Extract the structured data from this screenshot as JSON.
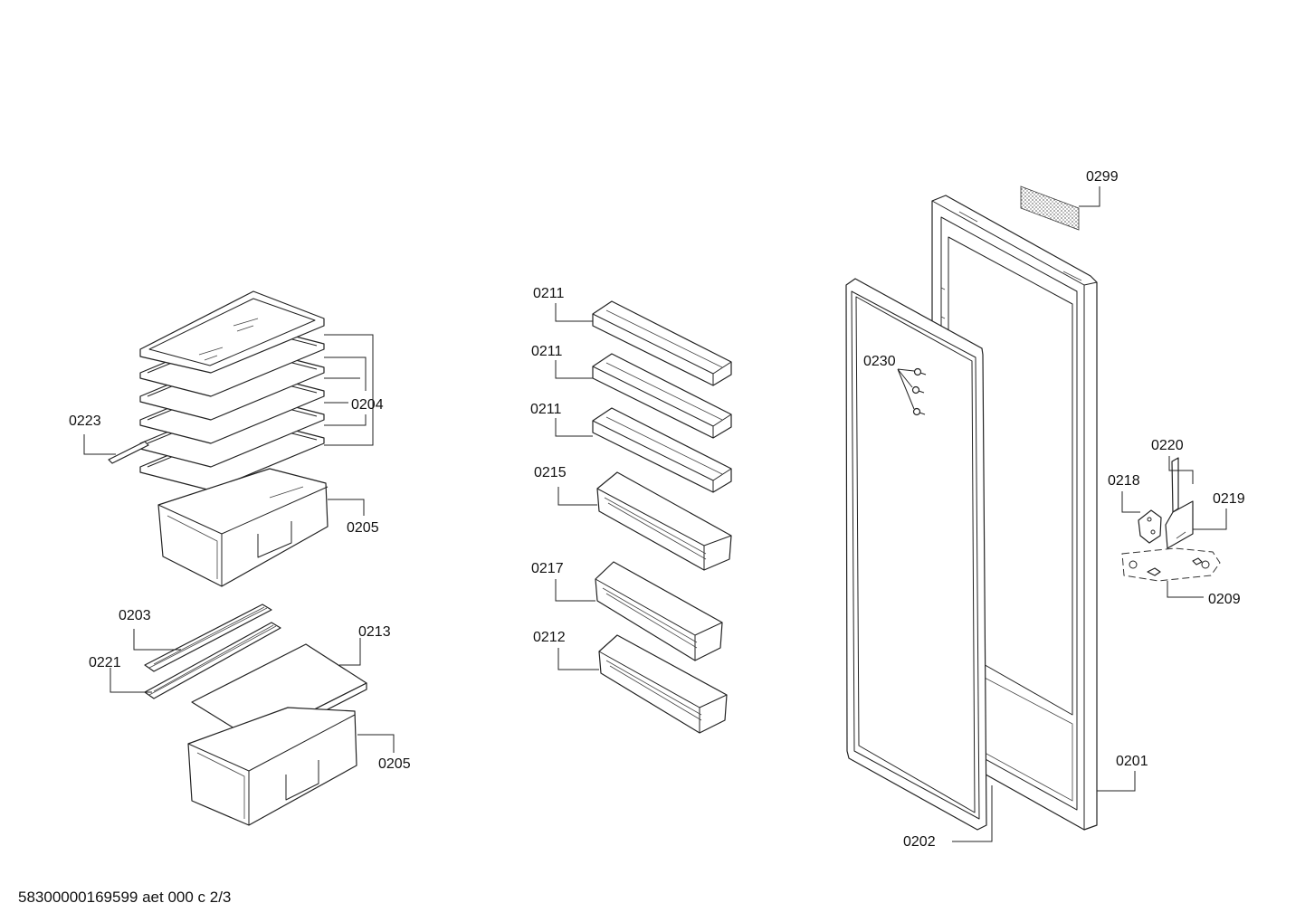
{
  "labels": {
    "l0223": "0223",
    "l0204": "0204",
    "l0205a": "0205",
    "l0203": "0203",
    "l0221": "0221",
    "l0213": "0213",
    "l0205b": "0205",
    "l0211a": "0211",
    "l0211b": "0211",
    "l0211c": "0211",
    "l0215": "0215",
    "l0217": "0217",
    "l0212": "0212",
    "l0299": "0299",
    "l0230": "0230",
    "l0220": "0220",
    "l0218": "0218",
    "l0219": "0219",
    "l0209": "0209",
    "l0201": "0201",
    "l0202": "0202"
  },
  "footer": "58300000169599 aet 000 c 2/3"
}
